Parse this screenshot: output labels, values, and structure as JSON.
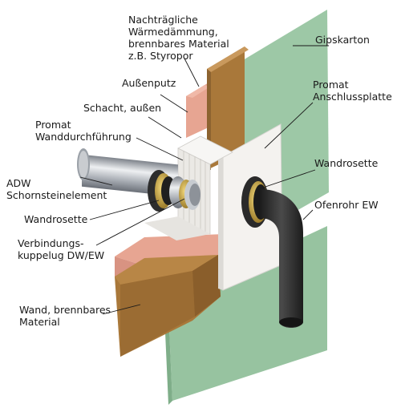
{
  "labels": {
    "nachtraegliche": [
      "Nachträgliche",
      "Wärmedämmung,",
      "brennbares Material",
      "z.B. Styropor"
    ],
    "gipskarton": "Gipskarton",
    "aussenputz": "Außenputz",
    "promat_anschluss": [
      "Promat",
      "Anschlussplatte"
    ],
    "schacht": "Schacht, außen",
    "promat_wand": [
      "Promat",
      "Wanddurchführung"
    ],
    "wandrosette_right": "Wandrosette",
    "adw": [
      "ADW",
      "Schornsteinelement"
    ],
    "ofenrohr": "Ofenrohr EW",
    "wandrosette_left": "Wandrosette",
    "verbindung": [
      "Verbindungs-",
      "kuppelug DW/EW"
    ],
    "wand": [
      "Wand, brennbares",
      "Material"
    ]
  },
  "colors": {
    "gipskarton": "#9cc7a5",
    "wood": "#a9783a",
    "putz": "#e7a592",
    "promat": "#f3f1ee",
    "pipe_black": "#2a2a2a",
    "steel": "#b8bcc2",
    "brass": "#b8962e"
  }
}
